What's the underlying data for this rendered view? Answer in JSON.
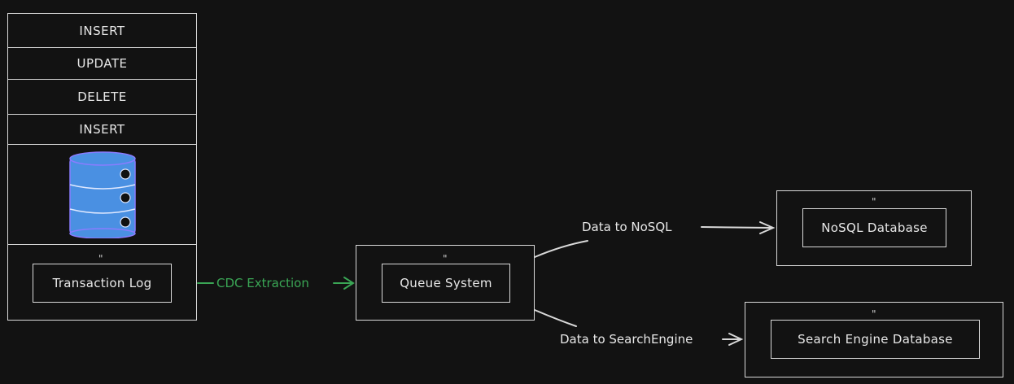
{
  "operations": [
    "INSERT",
    "UPDATE",
    "DELETE",
    "INSERT"
  ],
  "transaction_log": {
    "marker": "\"",
    "label": "Transaction Log"
  },
  "cdc_label": "CDC Extraction",
  "queue": {
    "marker": "\"",
    "label": "Queue System"
  },
  "nosql": {
    "marker": "\"",
    "label": "NoSQL Database"
  },
  "search": {
    "marker": "\"",
    "label": "Search Engine Database"
  },
  "edge_nosql_label": "Data to NoSQL",
  "edge_search_label": "Data to SearchEngine",
  "colors": {
    "background": "#121212",
    "stroke": "#d9d9d9",
    "cdc": "#3aa655",
    "db_icon": "#4a90e2"
  },
  "icons": {
    "database": "database-icon"
  }
}
